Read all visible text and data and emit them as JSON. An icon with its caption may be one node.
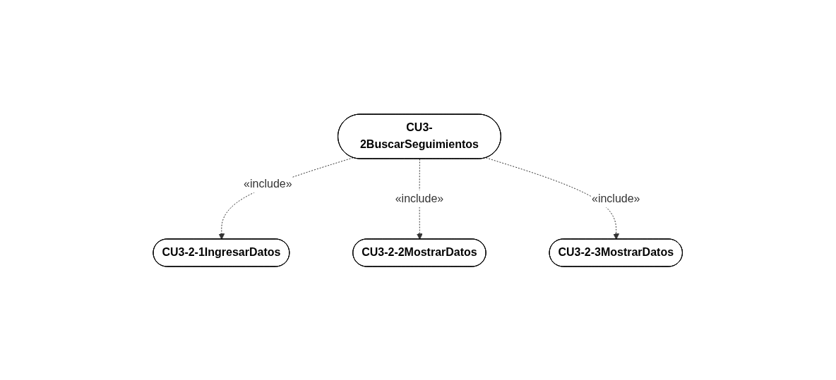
{
  "diagram": {
    "nodes": [
      {
        "text": [
          "CU3-2BuscarSeguimientos"
        ]
      },
      {
        "text": [
          "CU3-2-1IngresarDatos"
        ]
      },
      {
        "text": [
          "CU3-2-2MostrarDatos"
        ]
      },
      {
        "text": [
          "CU3-2-3MostrarDatos"
        ]
      }
    ],
    "edges": [
      {
        "from": 0,
        "to": 1,
        "arrow": "to",
        "style": "dashed",
        "label": "«include»"
      },
      {
        "from": 0,
        "to": 2,
        "arrow": "to",
        "style": "dashed",
        "label": "«include»"
      },
      {
        "from": 0,
        "to": 3,
        "arrow": "to",
        "style": "dashed",
        "label": "«include»"
      }
    ]
  }
}
